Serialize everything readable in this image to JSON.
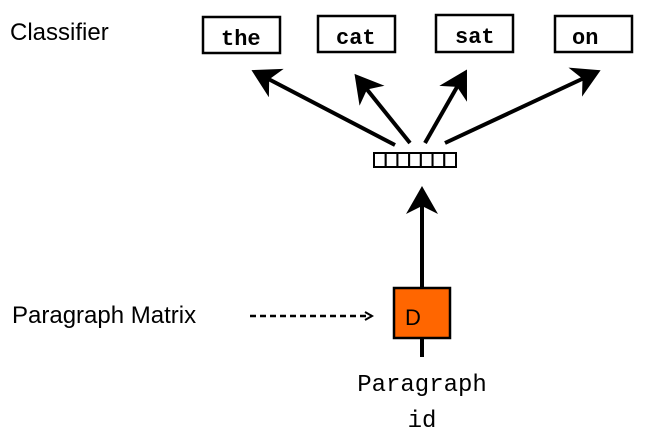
{
  "diagram": {
    "labels": {
      "classifier": "Classifier",
      "paragraph_matrix": "Paragraph Matrix",
      "paragraph_id_line1": "Paragraph",
      "paragraph_id_line2": "id"
    },
    "output_words": [
      "the",
      "cat",
      "sat",
      "on"
    ],
    "matrix_box": {
      "label": "D",
      "fill_color": "#ff6600"
    },
    "hidden_vector_cells": 7,
    "stroke_color": "#000000"
  }
}
